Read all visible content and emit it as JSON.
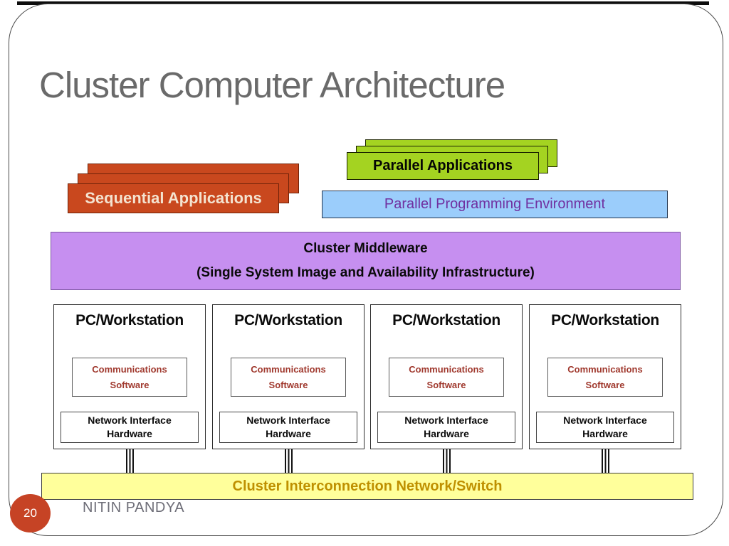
{
  "slide": {
    "title": "Cluster Computer Architecture",
    "page_number": "20",
    "author": "NITIN PANDYA"
  },
  "diagram": {
    "sequential_stack": {
      "label": "Sequential Applications",
      "layers": 3,
      "fill_color": "#c9481e",
      "text_color": "#f4e3d0"
    },
    "parallel_stack": {
      "label": "Parallel Applications",
      "layers": 3,
      "fill_color": "#a4d321",
      "text_color": "#050505"
    },
    "programming_env": {
      "label": "Parallel Programming Environment",
      "fill_color": "#9bcdfb",
      "text_color": "#7030a0"
    },
    "middleware": {
      "line1": "Cluster Middleware",
      "line2": "(Single System Image and Availability Infrastructure)",
      "fill_color": "#c68ff0",
      "text_color": "#0a0a0a"
    },
    "nodes": [
      {
        "title": "PC/Workstation",
        "comms_line1": "Communications",
        "comms_line2": "Software",
        "nih_line1": "Network Interface",
        "nih_line2": "Hardware"
      },
      {
        "title": "PC/Workstation",
        "comms_line1": "Communications",
        "comms_line2": "Software",
        "nih_line1": "Network Interface",
        "nih_line2": "Hardware"
      },
      {
        "title": "PC/Workstation",
        "comms_line1": "Communications",
        "comms_line2": "Software",
        "nih_line1": "Network Interface",
        "nih_line2": "Hardware"
      },
      {
        "title": "PC/Workstation",
        "comms_line1": "Communications",
        "comms_line2": "Software",
        "nih_line1": "Network Interface",
        "nih_line2": "Hardware"
      }
    ],
    "interconnect": {
      "label": "Cluster Interconnection Network/Switch",
      "fill_color": "#ffff9b",
      "text_color": "#bf9000"
    }
  }
}
